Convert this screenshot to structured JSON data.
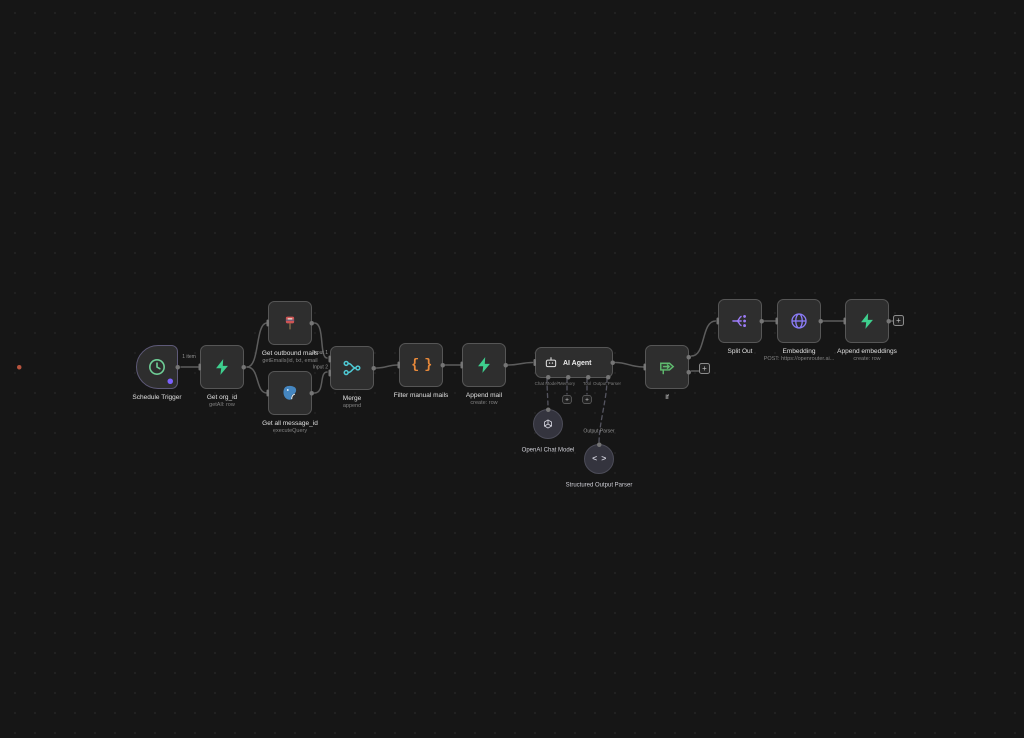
{
  "workflow": {
    "nodes": [
      {
        "id": "schedule-trigger",
        "label": "Schedule Trigger",
        "icon": "clock-icon"
      },
      {
        "id": "get-org-id",
        "label": "Get org_id",
        "subtitle": "getAll: row",
        "icon": "supabase-bolt-icon"
      },
      {
        "id": "get-outbound-mails",
        "label": "Get outbound mails",
        "subtitle": "getEmails(id, txt, email",
        "icon": "postbox-icon"
      },
      {
        "id": "get-all-message-id",
        "label": "Get all message_id",
        "subtitle": "executeQuery",
        "icon": "postgres-elephant-icon"
      },
      {
        "id": "merge",
        "label": "Merge",
        "subtitle": "append",
        "icon": "merge-icon"
      },
      {
        "id": "filter-manual-mails",
        "label": "Filter manual mails",
        "icon": "code-braces-icon",
        "glyph": "{ }"
      },
      {
        "id": "append-mail",
        "label": "Append mail",
        "subtitle": "create: row",
        "icon": "supabase-bolt-icon"
      },
      {
        "id": "ai-agent",
        "label": "AI Agent",
        "icon": "robot-icon",
        "ports": [
          "Chat Model*",
          "Memory",
          "Tool",
          "Output Parser"
        ]
      },
      {
        "id": "if",
        "label": "If",
        "icon": "arrow-sign-icon"
      },
      {
        "id": "split-out",
        "label": "Split Out",
        "icon": "split-out-icon"
      },
      {
        "id": "embedding",
        "label": "Embedding",
        "subtitle": "POST: https://openrouter.ai...",
        "icon": "globe-icon"
      },
      {
        "id": "append-embeddings",
        "label": "Append embeddings",
        "subtitle": "create: row",
        "icon": "supabase-bolt-icon"
      },
      {
        "id": "openai-chat-model",
        "label": "OpenAI Chat Model",
        "icon": "openai-icon"
      },
      {
        "id": "structured-output-parser",
        "label": "Structured Output Parser",
        "icon": "angle-brackets-icon",
        "glyph": "< >"
      }
    ],
    "connection_labels": {
      "one_item": "1 item",
      "input_1": "Input 1",
      "input_2": "Input 2",
      "output_parser": "Output Parser"
    },
    "controls": {
      "add_node": "+"
    },
    "colors": {
      "canvas": "#161616",
      "node_bg": "#2e2e2e",
      "node_border": "#565656",
      "wire": "#5d5d5d",
      "supabase_green": "#3ecf8e",
      "code_orange": "#e8893a",
      "merge_teal": "#4ec9d4",
      "if_green": "#5fba6f",
      "purple": "#9b7bf5",
      "trigger_badge": "#7b61ff"
    }
  }
}
